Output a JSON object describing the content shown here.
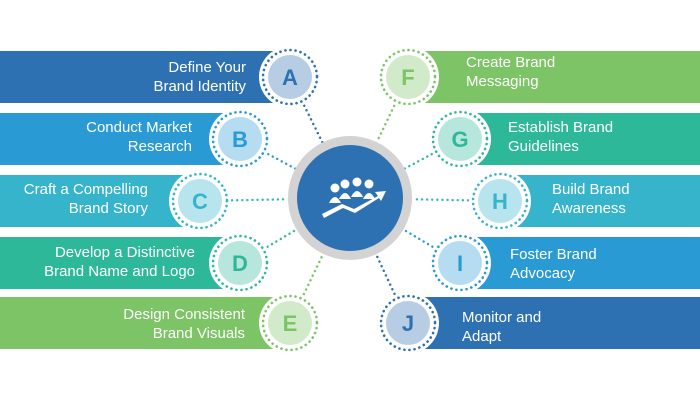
{
  "steps": [
    {
      "letter": "A",
      "line1": "Define Your",
      "line2": "Brand Identity",
      "color": "#2e71b2"
    },
    {
      "letter": "B",
      "line1": "Conduct Market",
      "line2": "Research",
      "color": "#2a9ad4"
    },
    {
      "letter": "C",
      "line1": "Craft a Compelling",
      "line2": "Brand Story",
      "color": "#35b4cb"
    },
    {
      "letter": "D",
      "line1": "Develop a Distinctive",
      "line2": "Brand Name and Logo",
      "color": "#2eb89a"
    },
    {
      "letter": "E",
      "line1": "Design Consistent",
      "line2": "Brand Visuals",
      "color": "#7cc466"
    },
    {
      "letter": "F",
      "line1": "Create Brand",
      "line2": "Messaging",
      "color": "#7cc466"
    },
    {
      "letter": "G",
      "line1": "Establish Brand",
      "line2": "Guidelines",
      "color": "#2eb89a"
    },
    {
      "letter": "H",
      "line1": "Build Brand",
      "line2": "Awareness",
      "color": "#35b4cb"
    },
    {
      "letter": "I",
      "line1": "Foster Brand",
      "line2": "Advocacy",
      "color": "#2a9ad4"
    },
    {
      "letter": "J",
      "line1": "Monitor and",
      "line2": "Adapt",
      "color": "#2e71b2"
    }
  ],
  "center": {
    "icon": "team-growth-arrow-icon",
    "color": "#2e71b2",
    "ring_color": "#d3d3d3"
  }
}
